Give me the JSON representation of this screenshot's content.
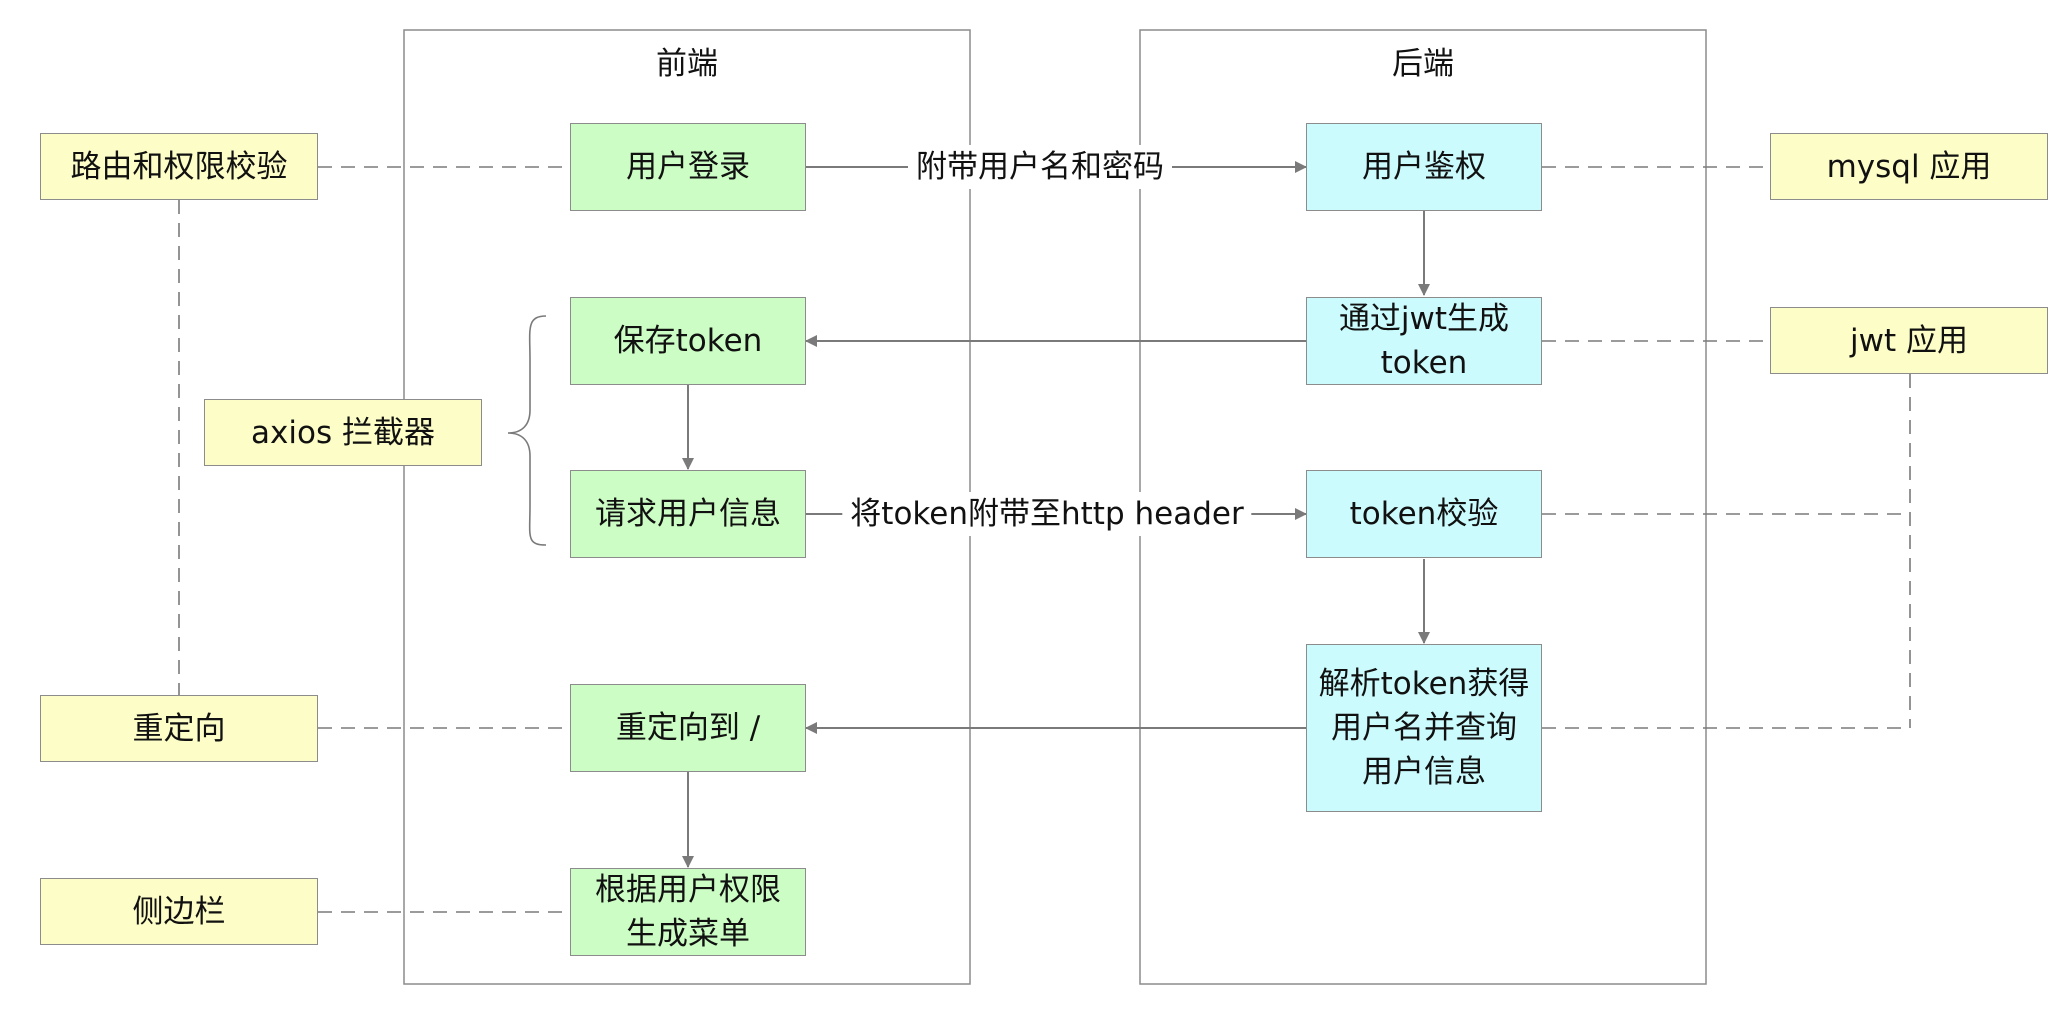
{
  "frontend": {
    "title": "前端"
  },
  "backend": {
    "title": "后端"
  },
  "annotations": {
    "route_check": "路由和权限校验",
    "axios": "axios 拦截器",
    "redirect": "重定向",
    "sidebar": "侧边栏",
    "mysql": "mysql 应用",
    "jwt": "jwt 应用"
  },
  "front_steps": {
    "login": "用户登录",
    "save_token": "保存token",
    "request_info": "请求用户信息",
    "redirect_root": "重定向到 /",
    "gen_menu": "根据用户权限\n生成菜单"
  },
  "back_steps": {
    "auth": "用户鉴权",
    "gen_token": "通过jwt生成\ntoken",
    "check_token": "token校验",
    "parse_token": "解析token获得\n用户名并查询\n用户信息"
  },
  "edge_labels": {
    "send_credentials": "附带用户名和密码",
    "attach_token": "将token附带至http header"
  },
  "colors": {
    "annotation": "#fdfdc8",
    "frontend_step": "#ccfdc4",
    "backend_step": "#ccfbfd",
    "line": "#7a7a7a"
  }
}
